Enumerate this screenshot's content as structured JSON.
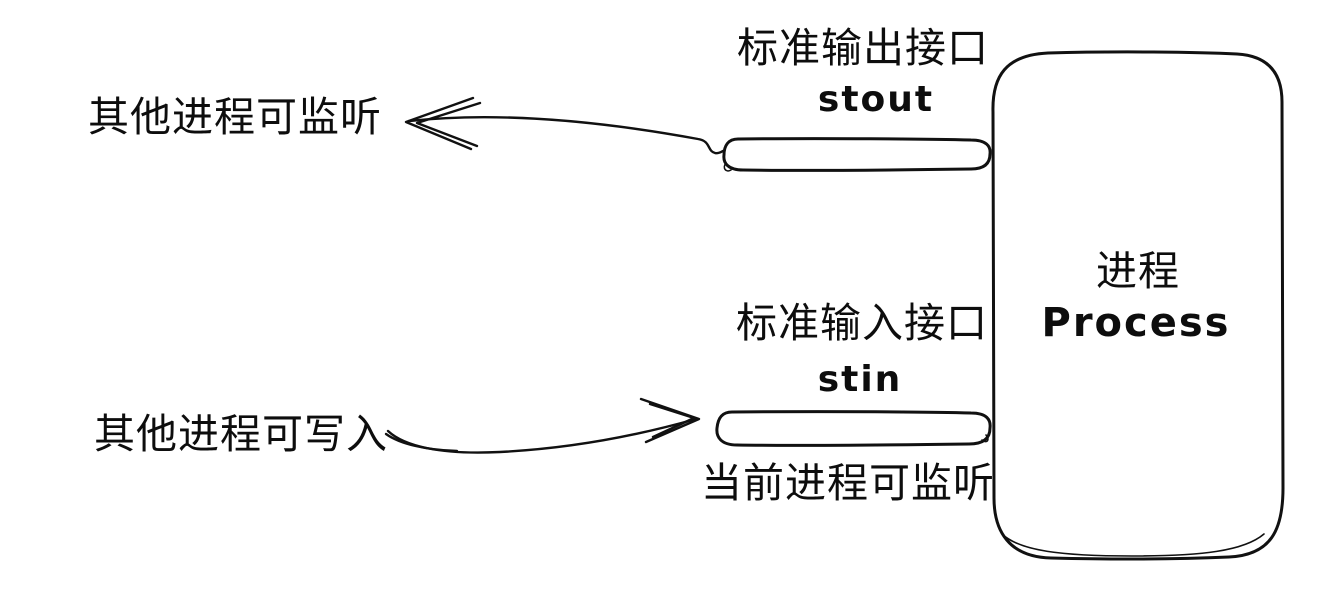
{
  "canvas": {
    "background": "#ffffff",
    "ink": "#111111"
  },
  "process_box": {
    "label_zh": "进程",
    "label_en": "Process"
  },
  "stdout_interface": {
    "title_zh": "标准输出接口",
    "title_en": "stout",
    "external_note": "其他进程可监听"
  },
  "stdin_interface": {
    "title_zh": "标准输入接口",
    "title_en": "stin",
    "external_note": "其他进程可写入",
    "internal_note": "当前进程可监听"
  }
}
